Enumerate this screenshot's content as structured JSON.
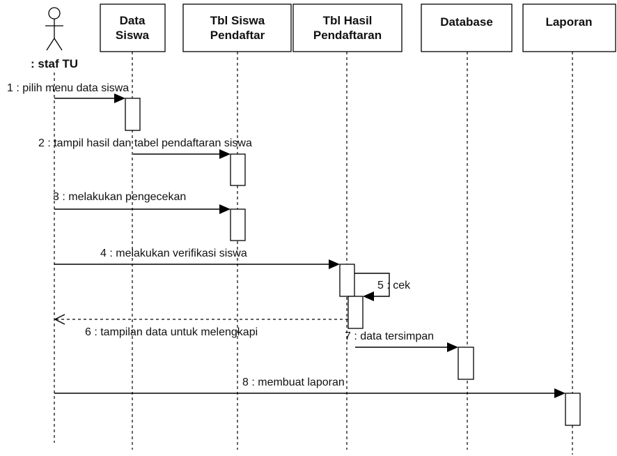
{
  "actor": {
    "label": ": staf TU"
  },
  "objects": [
    {
      "line1": "Data",
      "line2": "Siswa"
    },
    {
      "line1": "Tbl Siswa",
      "line2": "Pendaftar"
    },
    {
      "line1": "Tbl Hasil",
      "line2": "Pendaftaran"
    },
    {
      "line1": "Database",
      "line2": ""
    },
    {
      "line1": "Laporan",
      "line2": ""
    }
  ],
  "messages": [
    {
      "label": "1 : pilih menu data siswa"
    },
    {
      "label": "2 : tampil hasil dan tabel pendaftaran siswa"
    },
    {
      "label": "3 : melakukan pengecekan"
    },
    {
      "label": "4 : melakukan verifikasi siswa"
    },
    {
      "label": "5 : cek"
    },
    {
      "label": "6 : tampilan data untuk melengkapi"
    },
    {
      "label": "7 : data tersimpan"
    },
    {
      "label": "8 : membuat laporan"
    }
  ]
}
